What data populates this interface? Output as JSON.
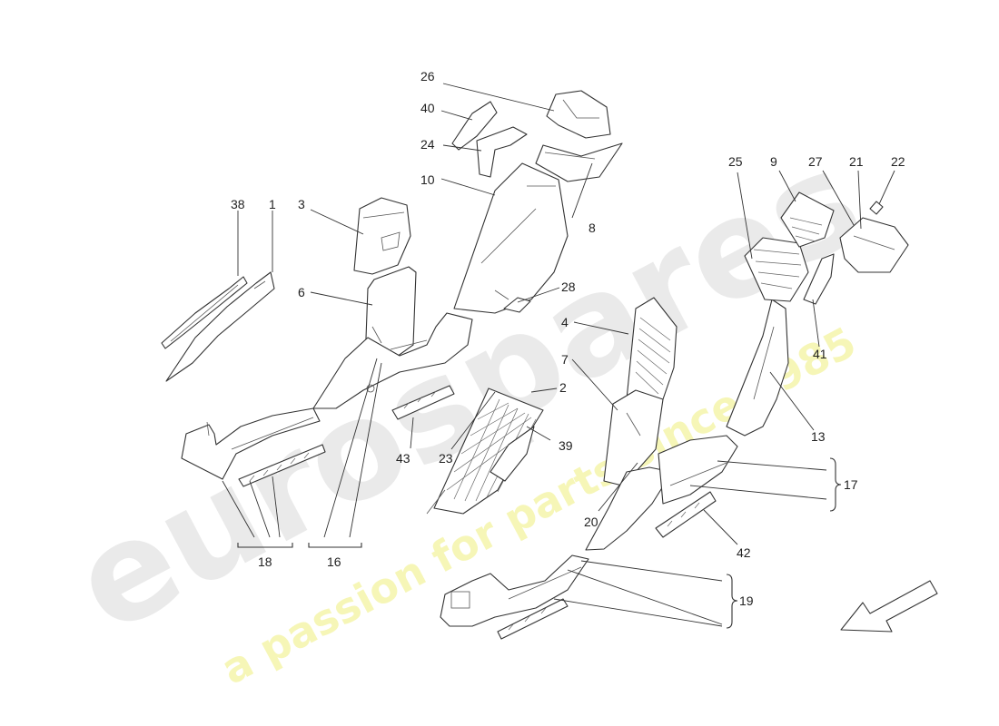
{
  "watermark": {
    "brand": "eurospares",
    "tagline": "a passion for parts since 1985",
    "brand_color": "#d8d8d8",
    "tagline_color": "#f2f29a"
  },
  "labels": {
    "l1": "1",
    "l2": "2",
    "l3": "3",
    "l4": "4",
    "l6": "6",
    "l7": "7",
    "l8": "8",
    "l9": "9",
    "l10": "10",
    "l13": "13",
    "l16": "16",
    "l17": "17",
    "l18": "18",
    "l19": "19",
    "l20": "20",
    "l21": "21",
    "l22": "22",
    "l23": "23",
    "l24": "24",
    "l25": "25",
    "l26": "26",
    "l27": "27",
    "l28": "28",
    "l38": "38",
    "l39": "39",
    "l40": "40",
    "l41": "41",
    "l42": "42",
    "l43": "43"
  },
  "colors": {
    "line": "#333333",
    "label": "#222222"
  },
  "icons": {
    "direction_arrow": "direction-arrow-icon"
  }
}
